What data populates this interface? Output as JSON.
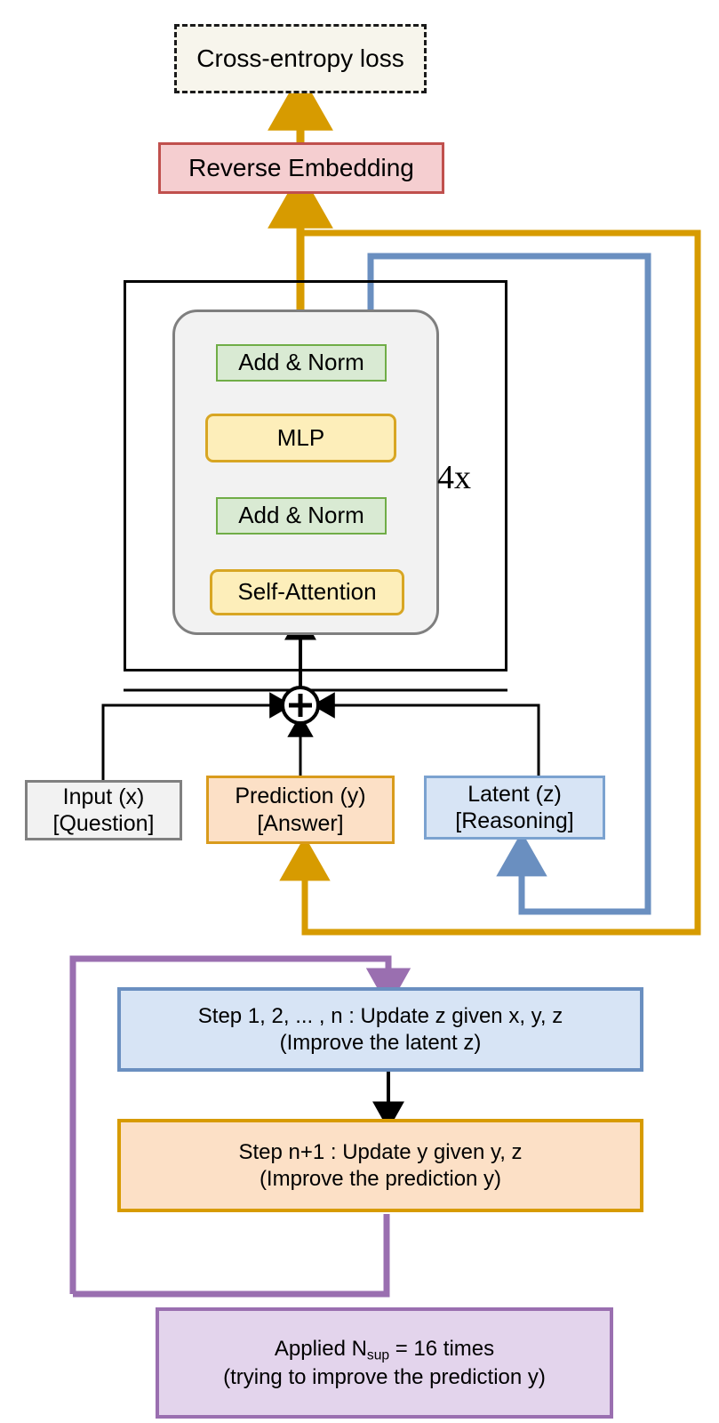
{
  "diagram": {
    "title_nodes": {
      "loss": "Cross-entropy loss",
      "reverse_embedding": "Reverse Embedding",
      "repeat_label": "4x"
    },
    "transformer_block": {
      "add_norm_top": "Add & Norm",
      "mlp": "MLP",
      "add_norm_bottom": "Add & Norm",
      "self_attention": "Self-Attention"
    },
    "inputs": [
      {
        "name": "input",
        "line1": "Input (x)",
        "line2": "[Question]"
      },
      {
        "name": "prediction",
        "line1": "Prediction (y)",
        "line2": "[Answer]"
      },
      {
        "name": "latent",
        "line1": "Latent (z)",
        "line2": "[Reasoning]"
      }
    ],
    "merge_symbol": "+",
    "steps": [
      {
        "name": "update-z",
        "line1": "Step 1, 2, ... , n : Update z given x, y, z",
        "line2": "(Improve the latent z)"
      },
      {
        "name": "update-y",
        "line1": "Step n+1 : Update y given y, z",
        "line2": "(Improve the prediction y)"
      }
    ],
    "applied": {
      "line1_prefix": "Applied N",
      "line1_sub": "sup",
      "line1_suffix": " = 16 times",
      "line2": "(trying to improve the prediction y)"
    },
    "colors": {
      "orange": "#d79b00",
      "blue": "#6a8fc0",
      "purple": "#9a6fb0",
      "black": "#000000",
      "red_border": "#c0504d",
      "green_border": "#70ad47",
      "yellow_border": "#d8a623",
      "gray_border": "#7f7f7f"
    }
  }
}
